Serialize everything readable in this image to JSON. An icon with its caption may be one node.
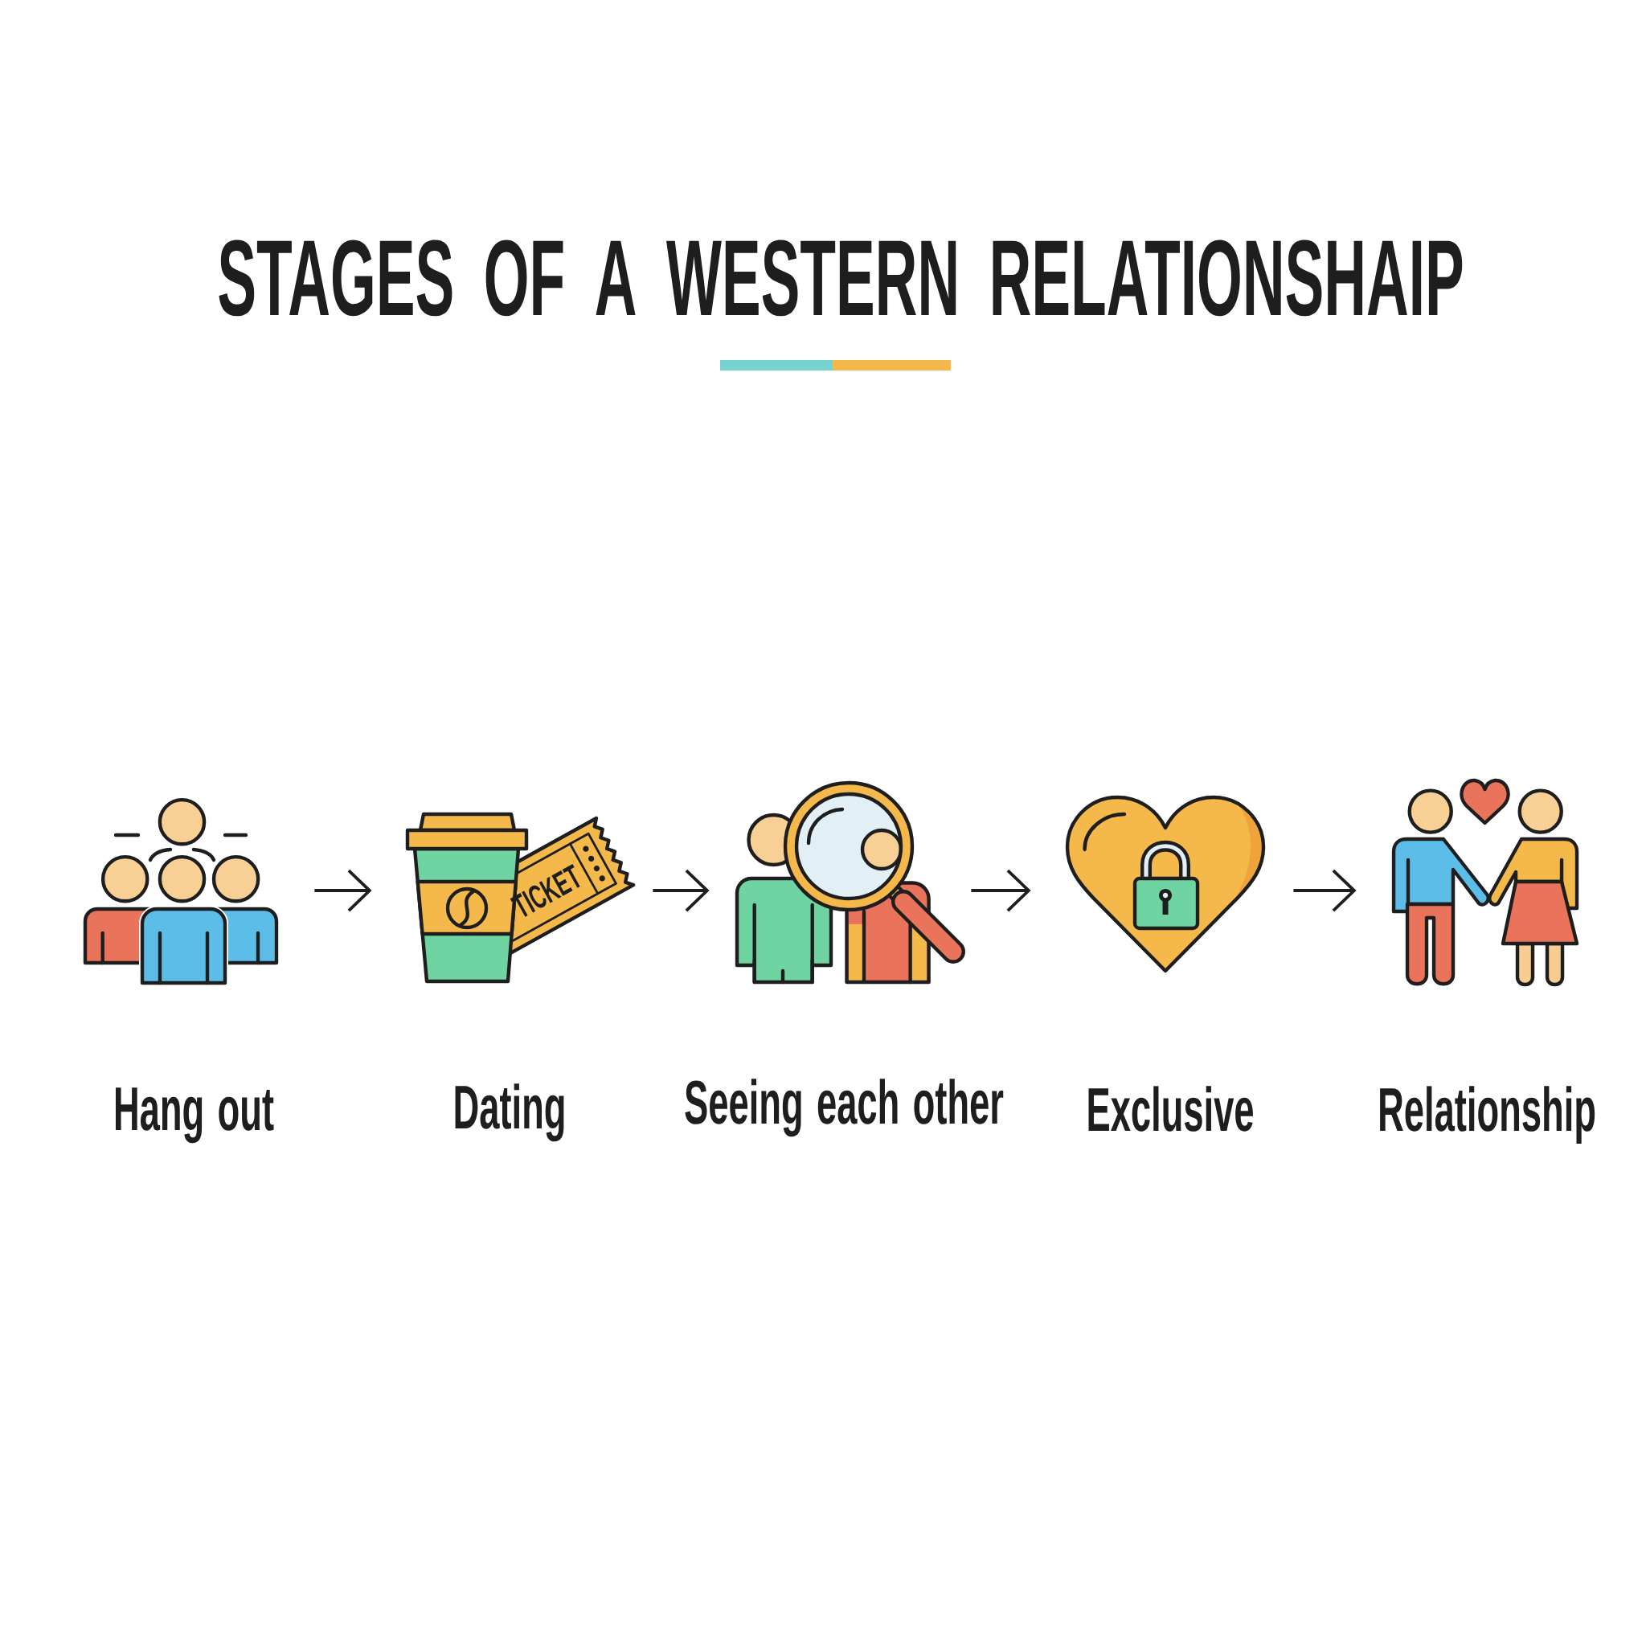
{
  "diagram": {
    "title": "STAGES OF A WESTERN RELATIONSHAIP",
    "nodes": [
      {
        "text": [],
        "shape": "picture",
        "beside": [
          "Hang out"
        ]
      },
      {
        "text": [],
        "shape": "picture",
        "beside": [
          "Dating"
        ]
      },
      {
        "text": [],
        "shape": "picture",
        "beside": [
          "Seeing each other"
        ]
      },
      {
        "text": [],
        "shape": "picture",
        "beside": [
          "Exclusive"
        ]
      },
      {
        "text": [],
        "shape": "picture",
        "beside": [
          "Relationship"
        ]
      }
    ],
    "edges": [
      {
        "from": 0,
        "to": 1,
        "arrow": "to"
      },
      {
        "from": 1,
        "to": 2,
        "arrow": "to"
      },
      {
        "from": 2,
        "to": 3,
        "arrow": "to"
      },
      {
        "from": 3,
        "to": 4,
        "arrow": "to"
      }
    ],
    "labels": [
      "TICKET"
    ]
  }
}
